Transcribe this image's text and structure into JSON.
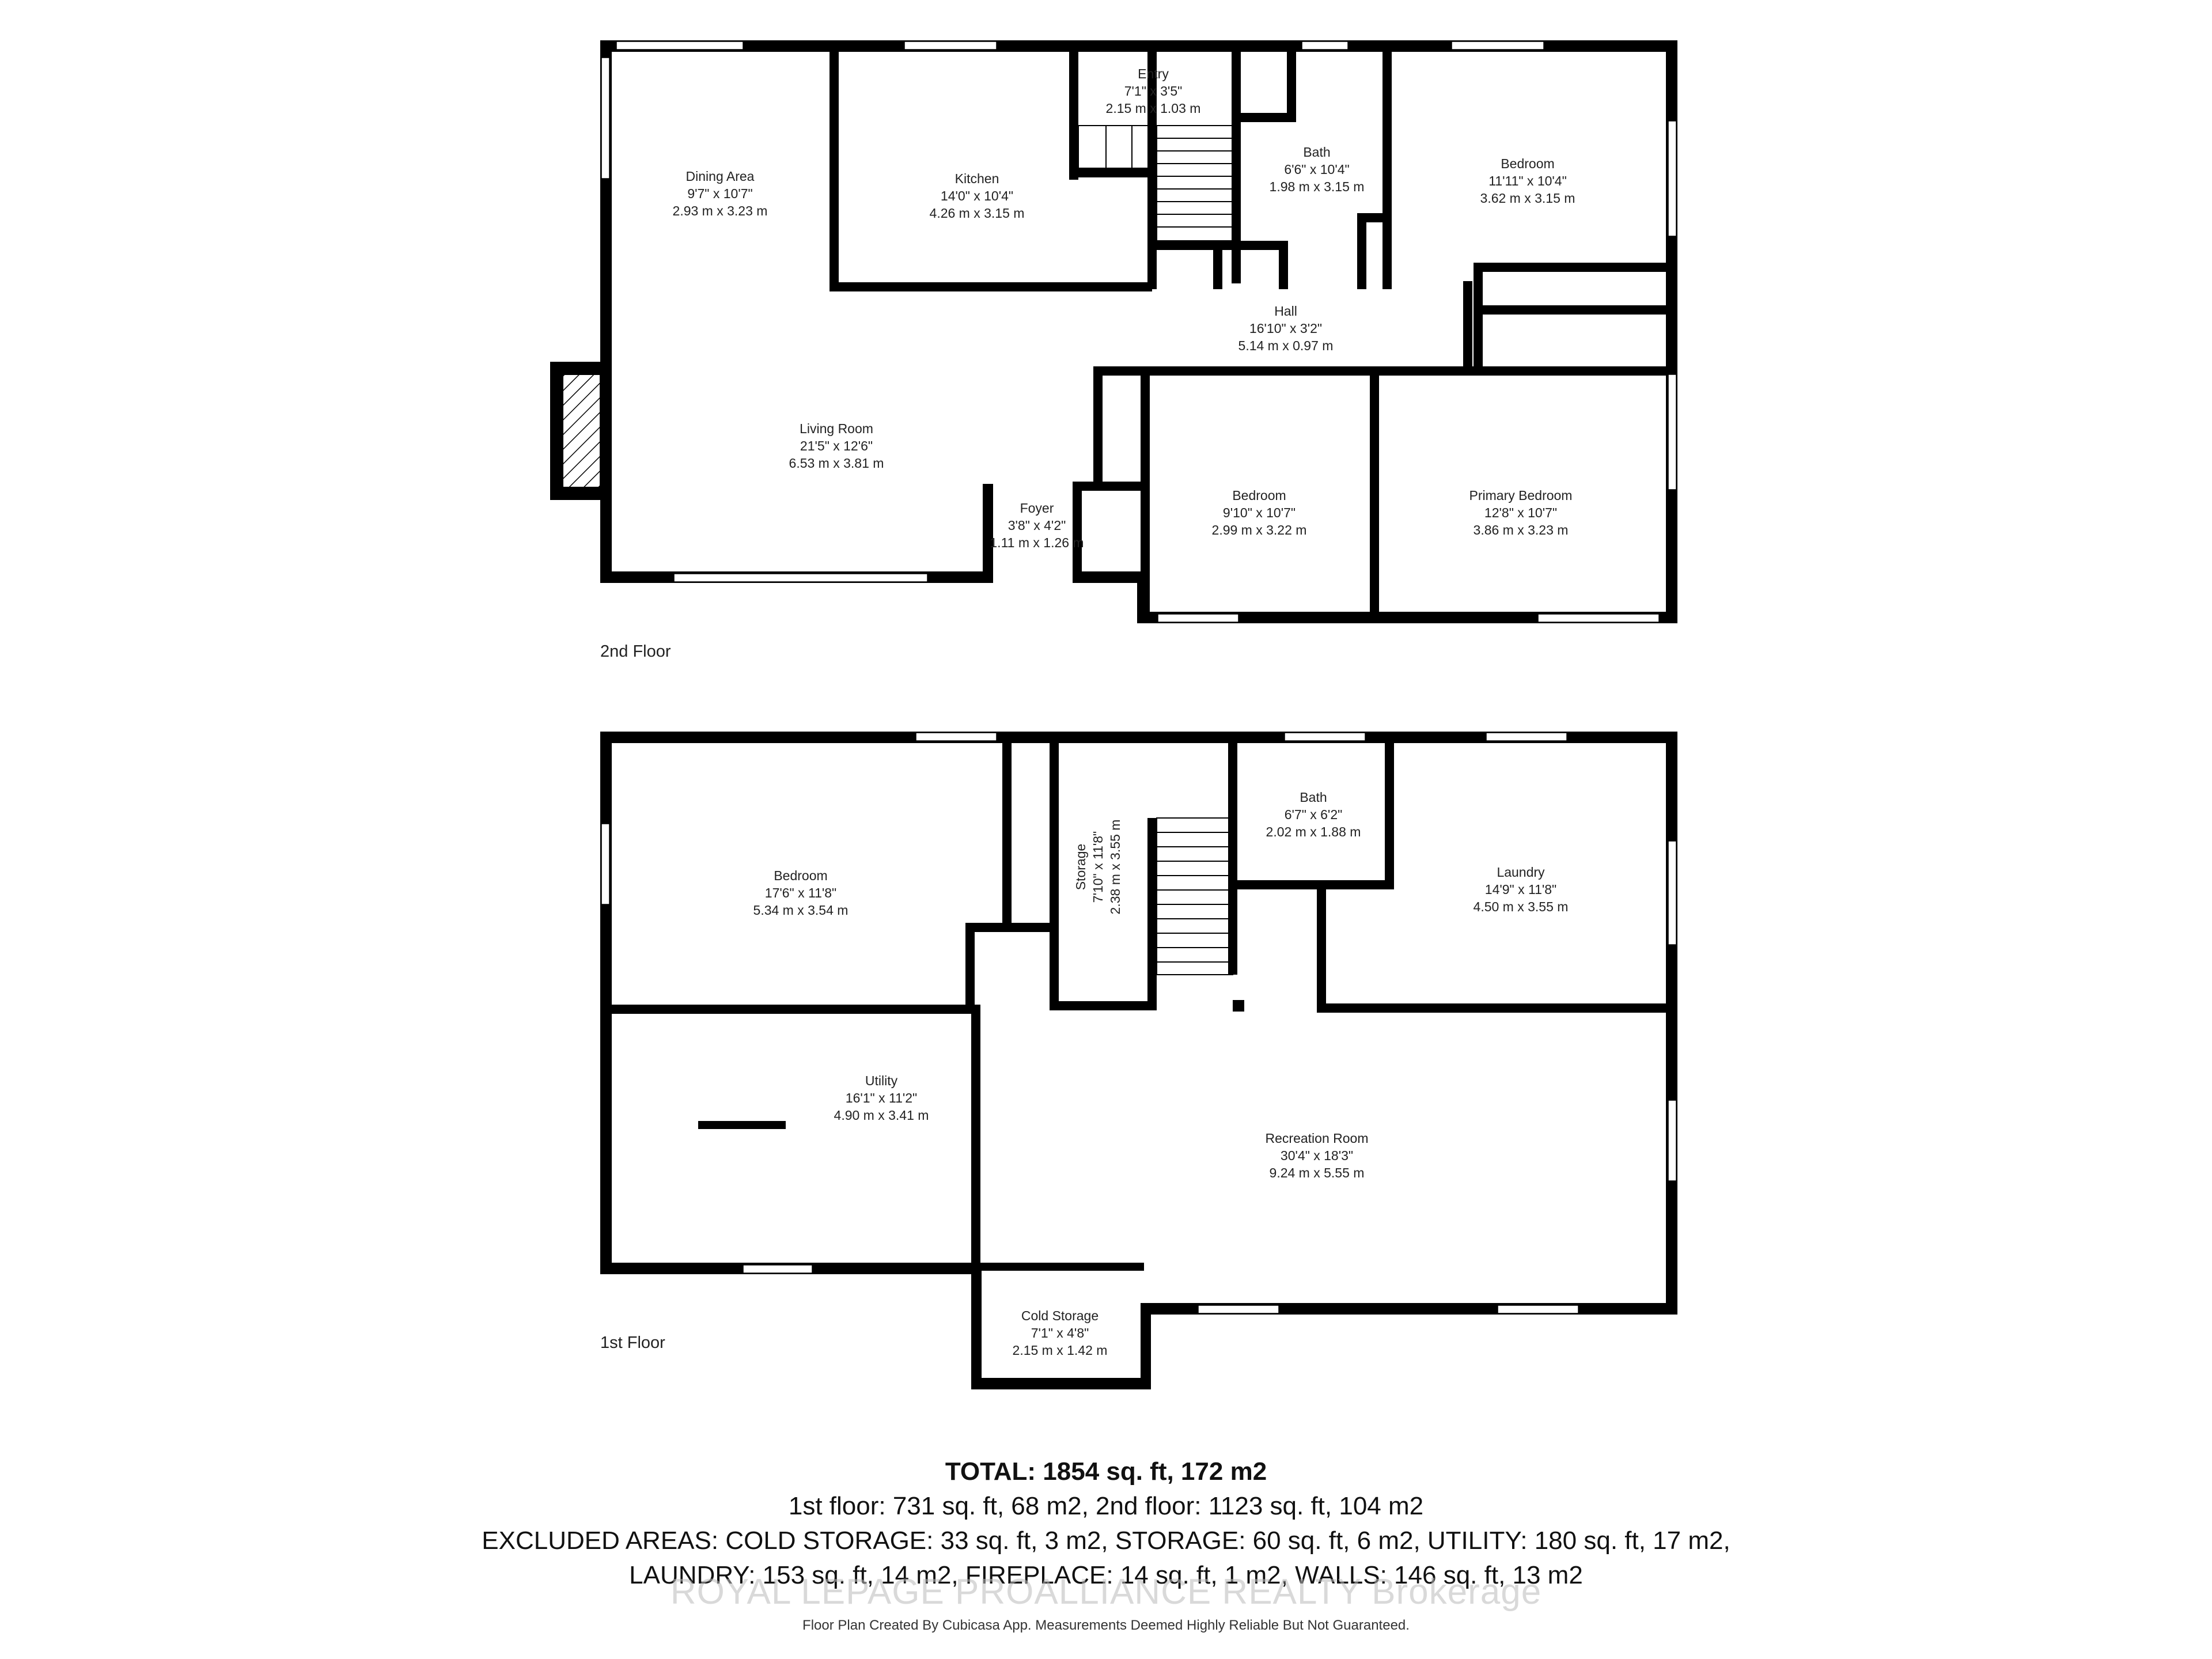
{
  "floors": [
    {
      "label": "2nd Floor",
      "rooms": [
        {
          "name": "Entry",
          "imperial": "7'1\" x 3'5\"",
          "metric": "2.15 m x 1.03 m"
        },
        {
          "name": "Dining Area",
          "imperial": "9'7\" x 10'7\"",
          "metric": "2.93 m x 3.23 m"
        },
        {
          "name": "Kitchen",
          "imperial": "14'0\" x 10'4\"",
          "metric": "4.26 m x 3.15 m"
        },
        {
          "name": "Bath",
          "imperial": "6'6\" x 10'4\"",
          "metric": "1.98 m x 3.15 m"
        },
        {
          "name": "Bedroom",
          "imperial": "11'11\" x 10'4\"",
          "metric": "3.62 m x 3.15 m"
        },
        {
          "name": "Hall",
          "imperial": "16'10\" x 3'2\"",
          "metric": "5.14 m x 0.97 m"
        },
        {
          "name": "Living Room",
          "imperial": "21'5\" x 12'6\"",
          "metric": "6.53 m x 3.81 m"
        },
        {
          "name": "Foyer",
          "imperial": "3'8\" x 4'2\"",
          "metric": "1.11 m x 1.26 m"
        },
        {
          "name": "Bedroom",
          "imperial": "9'10\" x 10'7\"",
          "metric": "2.99 m x 3.22 m"
        },
        {
          "name": "Primary Bedroom",
          "imperial": "12'8\" x 10'7\"",
          "metric": "3.86 m x 3.23 m"
        }
      ]
    },
    {
      "label": "1st Floor",
      "rooms": [
        {
          "name": "Bedroom",
          "imperial": "17'6\" x 11'8\"",
          "metric": "5.34 m x 3.54 m"
        },
        {
          "name": "Storage",
          "imperial": "7'10\" x 11'8\"",
          "metric": "2.38 m x 3.55 m"
        },
        {
          "name": "Bath",
          "imperial": "6'7\" x 6'2\"",
          "metric": "2.02 m x 1.88 m"
        },
        {
          "name": "Laundry",
          "imperial": "14'9\" x 11'8\"",
          "metric": "4.50 m x 3.55 m"
        },
        {
          "name": "Utility",
          "imperial": "16'1\" x 11'2\"",
          "metric": "4.90 m x 3.41 m"
        },
        {
          "name": "Recreation Room",
          "imperial": "30'4\" x 18'3\"",
          "metric": "9.24 m x 5.55 m"
        },
        {
          "name": "Cold Storage",
          "imperial": "7'1\" x 4'8\"",
          "metric": "2.15 m x 1.42 m"
        }
      ]
    }
  ],
  "summary": {
    "total": "TOTAL: 1854 sq. ft, 172 m2",
    "line1": "1st floor: 731 sq. ft, 68 m2, 2nd floor: 1123 sq. ft, 104 m2",
    "line2": "EXCLUDED AREAS: COLD STORAGE: 33 sq. ft, 3 m2, STORAGE: 60 sq. ft, 6 m2, UTILITY: 180 sq. ft, 17 m2,",
    "line3": "LAUNDRY: 153 sq. ft, 14 m2, FIREPLACE: 14 sq. ft, 1 m2, WALLS: 146 sq. ft, 13 m2"
  },
  "watermark": "ROYAL LEPAGE PROALLIANCE REALTY  Brokerage",
  "credit": "Floor Plan Created By Cubicasa App. Measurements Deemed Highly Reliable But Not Guaranteed."
}
